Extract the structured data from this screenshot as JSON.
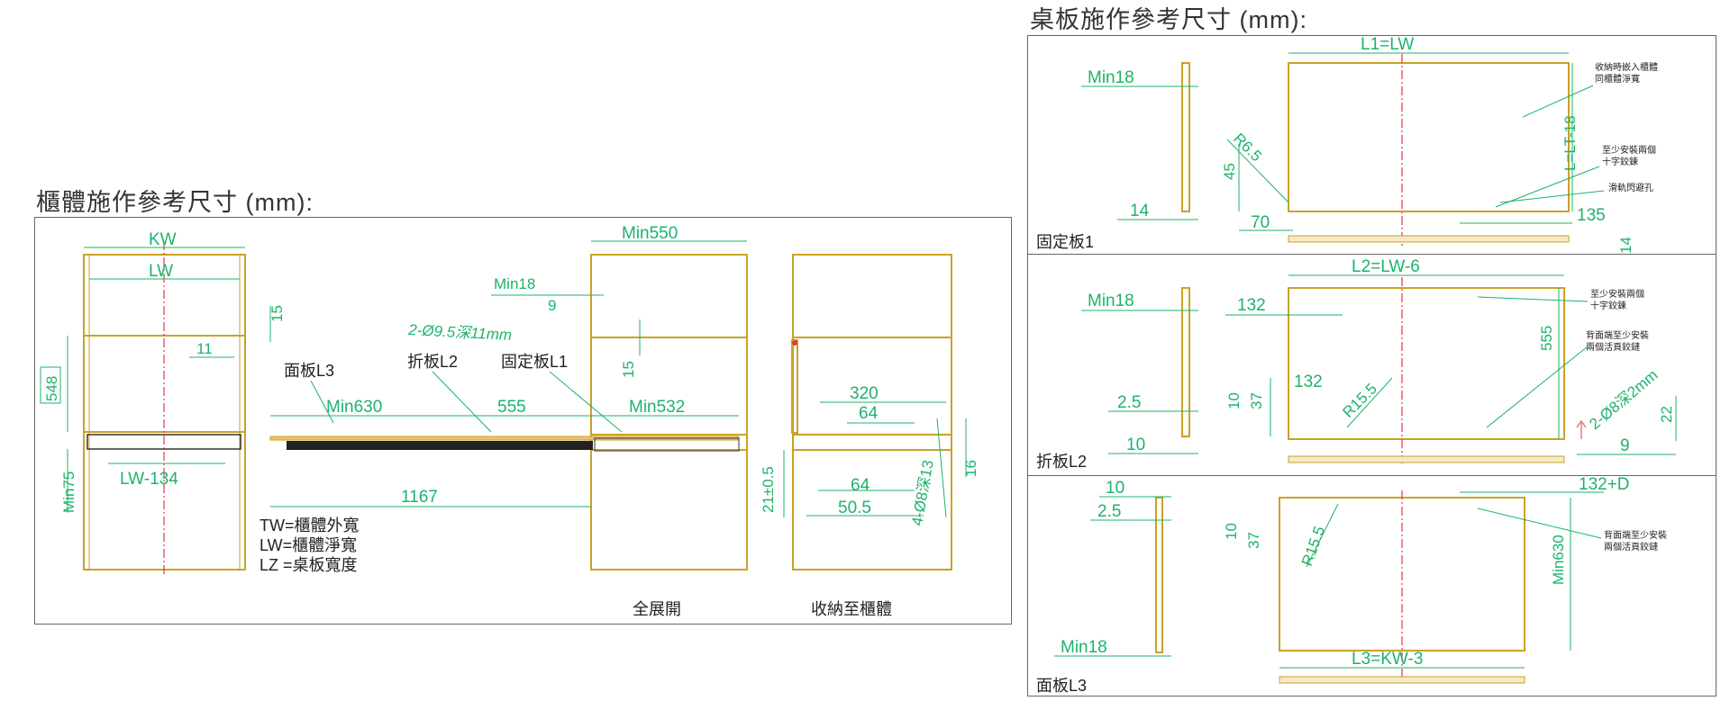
{
  "left": {
    "heading": "櫃體施作參考尺寸 (mm):",
    "dims": {
      "kw": "KW",
      "lw": "LW",
      "d15a": "15",
      "d11": "11",
      "d548": "548",
      "min75": "Min75",
      "lw134": "LW-134",
      "min550": "Min550",
      "min18": "Min18",
      "d9": "9",
      "holes": "2-Ø9.5深11mm",
      "d15b": "15",
      "min630": "Min630",
      "d555": "555",
      "min532": "Min532",
      "d1167": "1167",
      "d320": "320",
      "d64a": "64",
      "d21": "21±0.5",
      "d64b": "64",
      "d505": "50.5",
      "holes2": "4-Ø8深13",
      "d16": "16"
    },
    "labels": {
      "panel_l3": "面板L3",
      "fold_l2": "折板L2",
      "fixed_l1": "固定板L1",
      "full_open": "全展開",
      "stored": "收納至櫃體"
    },
    "legend": [
      "TW=櫃體外寬",
      "LW=櫃體淨寬",
      "LZ =桌板寬度"
    ]
  },
  "right": {
    "heading": "桌板施作參考尺寸 (mm):",
    "p1": {
      "label": "固定板1",
      "l1": "L1=LW",
      "min18": "Min18",
      "d14a": "14",
      "r65": "R6.5",
      "d45": "45",
      "d70": "70",
      "llt": "L=LT-18",
      "d135": "135",
      "d14b": "14",
      "note1": [
        "收納時嵌入櫃體",
        "同櫃體淨寬"
      ],
      "note2": [
        "至少安裝兩個",
        "十字鉸鍊"
      ],
      "note3": "滑軌閃避孔"
    },
    "p2": {
      "label": "折板L2",
      "l2": "L2=LW-6",
      "min18": "Min18",
      "d132a": "132",
      "d25": "2.5",
      "d10a": "10",
      "d10b": "10",
      "d37": "37",
      "d132b": "132",
      "r155": "R15.5",
      "d555": "555",
      "holes": "2-Ø8深2mm",
      "d22": "22",
      "d9": "9",
      "note1": [
        "至少安裝兩個",
        "十字鉸鍊"
      ],
      "note2": [
        "背面端至少安裝",
        "兩個活頁鉸鏈"
      ]
    },
    "p3": {
      "label": "面板L3",
      "d10": "10",
      "d25": "2.5",
      "d10b": "10",
      "d37": "37",
      "r155": "R15.5",
      "d132d": "132+D",
      "min630": "Min630",
      "min18": "Min18",
      "l3": "L3=KW-3",
      "note1": [
        "背面端至少安裝",
        "兩個活頁鉸鏈"
      ]
    }
  }
}
